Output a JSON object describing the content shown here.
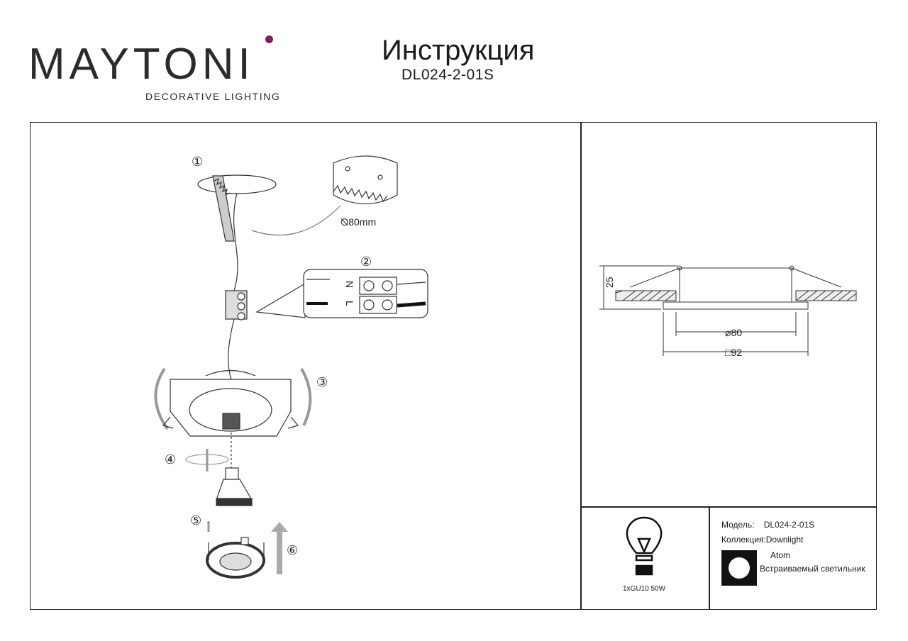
{
  "brand": {
    "name": "MAYTONI",
    "tagline": "DECORATIVE LIGHTING",
    "dot_color": "#7a1f5c"
  },
  "header": {
    "title": "Инструкция",
    "model": "DL024-2-01S"
  },
  "steps": [
    "①",
    "②",
    "③",
    "④",
    "⑤",
    "⑥"
  ],
  "wiring": {
    "neutral": "N",
    "live": "L"
  },
  "hole_size": "80mm",
  "dimensions": {
    "height": "25",
    "diameter": "80",
    "square": "92"
  },
  "lamp": {
    "icon": "lightbulb-icon",
    "label": "1xGU10 50W"
  },
  "info": {
    "model_label": "Модель:",
    "model_value": "DL024-2-01S",
    "collection_label": "Коллекция:",
    "collection_value": "Downlight",
    "series": "Atom",
    "type": "Встраиваемый светильник"
  }
}
